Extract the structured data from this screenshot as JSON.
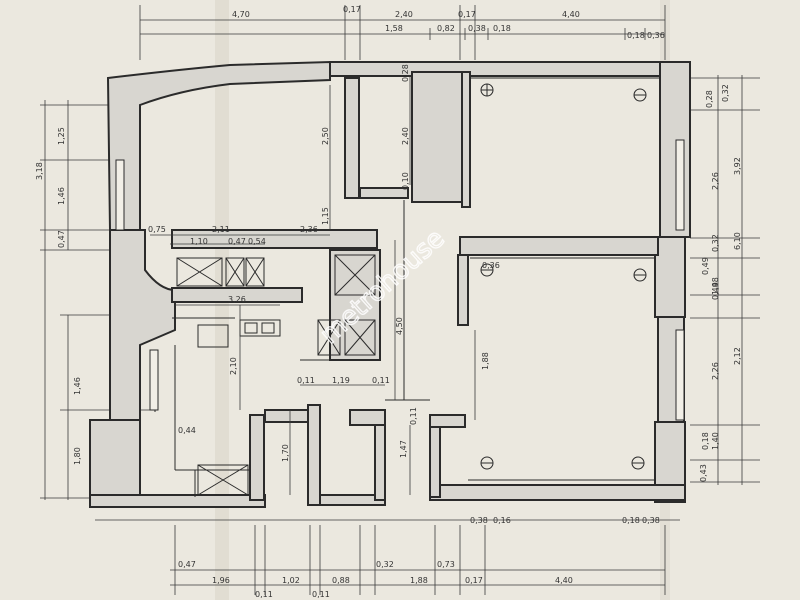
{
  "watermark": "metrohouse",
  "dims_top_row1": [
    "4,70",
    "0,17",
    "2,40",
    "0,17",
    "4,40"
  ],
  "dims_top_row2": [
    "1,58",
    "0,82",
    "0,38",
    "0,18",
    "0,18",
    "0,36"
  ],
  "dims_bottom_row1": [
    "0,47",
    "0,32",
    "0,73",
    "0,38",
    "0,16",
    "0,18",
    "0,38"
  ],
  "dims_bottom_row2": [
    "1,96",
    "1,02",
    "0,88",
    "1,88",
    "0,17",
    "4,40",
    "0,11",
    "0,11"
  ],
  "dims_left": [
    "1,25",
    "3,18",
    "1,46",
    "0,47",
    "1,46",
    "1,80"
  ],
  "dims_right": [
    "0,28",
    "0,32",
    "2,26",
    "3,92",
    "0,32",
    "6,10",
    "0,49",
    "0,49",
    "1,48",
    "2,26",
    "2,12",
    "0,18",
    "1,40",
    "0,43"
  ],
  "dims_interior": [
    "0,75",
    "2,11",
    "1,10",
    "0,47",
    "0,54",
    "2,36",
    "1,15",
    "2,50",
    "0,28",
    "2,40",
    "0,10",
    "3,26",
    "4,50",
    "2,10",
    "0,11",
    "1,19",
    "0,11",
    "0,44",
    "1,70",
    "1,47",
    "0,11",
    "1,88",
    "0,36"
  ]
}
